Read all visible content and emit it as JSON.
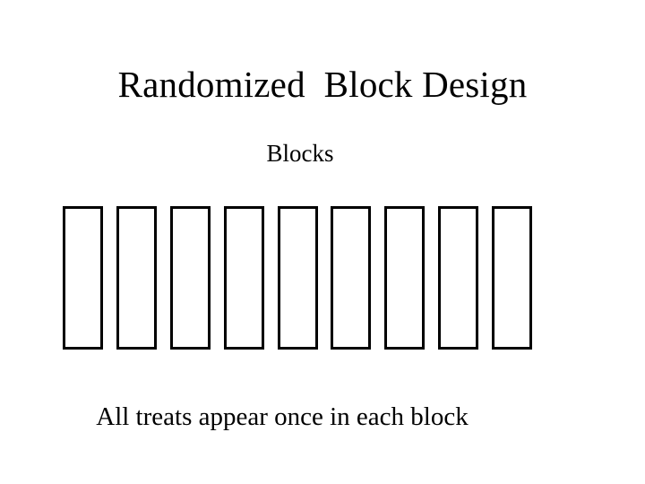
{
  "slide": {
    "background_color": "#ffffff",
    "text_color": "#000000",
    "title": "Randomized  Block Design",
    "blocks_label": "Blocks",
    "caption": "All treats appear once in each block",
    "diagram": {
      "name": "blocks-row",
      "shape": "rectangle",
      "count": 9,
      "fill_color": "#ffffff",
      "stroke_color": "#000000",
      "stroke_width": 3,
      "blocks": [
        {
          "index": 1
        },
        {
          "index": 2
        },
        {
          "index": 3
        },
        {
          "index": 4
        },
        {
          "index": 5
        },
        {
          "index": 6
        },
        {
          "index": 7
        },
        {
          "index": 8
        },
        {
          "index": 9
        }
      ]
    }
  }
}
